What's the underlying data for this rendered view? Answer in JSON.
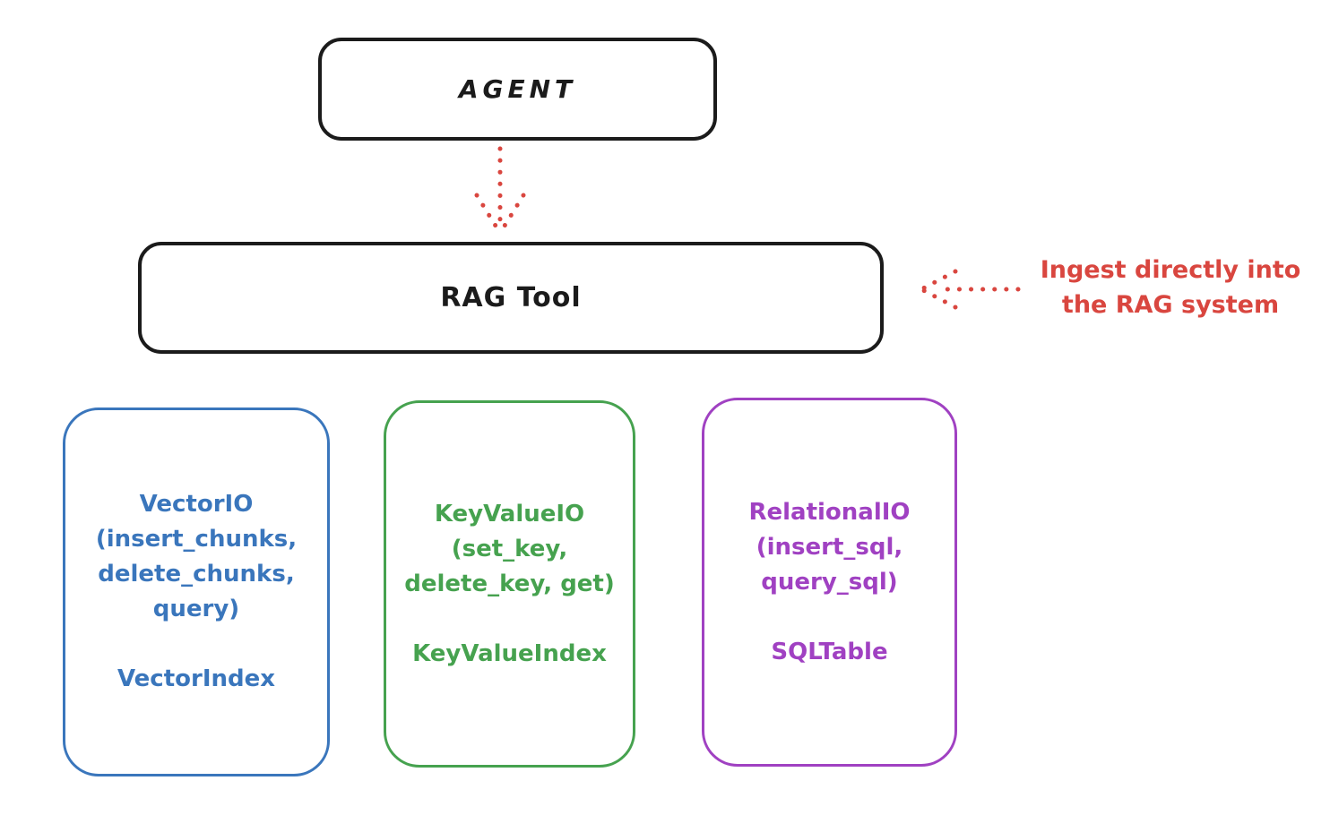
{
  "colors": {
    "ink": "#1b1b1b",
    "red": "#d9463f",
    "blue": "#3a76bc",
    "green": "#46a24f",
    "purple": "#a041c2"
  },
  "nodes": {
    "agent": {
      "label": "AGENT"
    },
    "rag_tool": {
      "label": "RAG Tool"
    }
  },
  "annotation": {
    "text": "Ingest directly into\nthe RAG system"
  },
  "arrows": [
    {
      "name": "agent-to-rag-tool",
      "style": "dotted",
      "color": "#d9463f",
      "direction": "down"
    },
    {
      "name": "annotation-to-rag-tool",
      "style": "dotted",
      "color": "#d9463f",
      "direction": "left"
    }
  ],
  "backends": [
    {
      "name": "vector-io",
      "color": "#3a76bc",
      "io_text": "VectorIO\n(insert_chunks,\ndelete_chunks,\nquery)",
      "index_label": "VectorIndex"
    },
    {
      "name": "key-value-io",
      "color": "#46a24f",
      "io_text": "KeyValueIO\n(set_key,\ndelete_key, get)",
      "index_label": "KeyValueIndex"
    },
    {
      "name": "relational-io",
      "color": "#a041c2",
      "io_text": "RelationalIO\n(insert_sql,\nquery_sql)",
      "index_label": "SQLTable"
    }
  ]
}
